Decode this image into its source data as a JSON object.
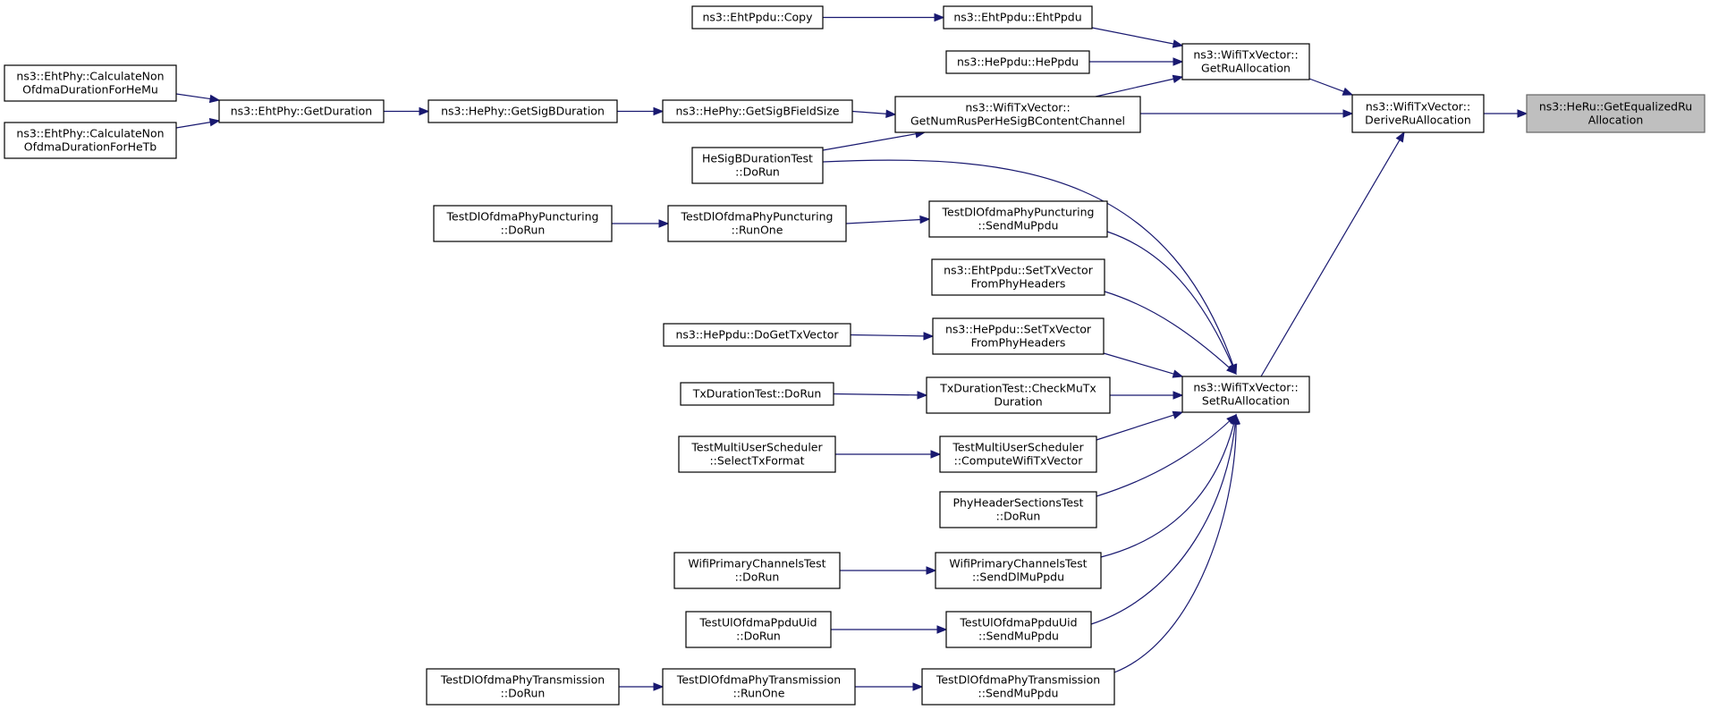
{
  "graph": {
    "direction": "right-to-left",
    "colors": {
      "edge": "#191970",
      "node_border": "#000000",
      "focus_fill": "#bfbfbf",
      "focus_border": "#666666"
    },
    "nodes": [
      {
        "id": "getequalized",
        "lines": [
          "ns3::HeRu::GetEqualizedRu",
          "Allocation"
        ],
        "focus": true
      },
      {
        "id": "deriveru",
        "lines": [
          "ns3::WifiTxVector::",
          "DeriveRuAllocation"
        ]
      },
      {
        "id": "getru",
        "lines": [
          "ns3::WifiTxVector::",
          "GetRuAllocation"
        ]
      },
      {
        "id": "setru",
        "lines": [
          "ns3::WifiTxVector::",
          "SetRuAllocation"
        ]
      },
      {
        "id": "ehtppdu",
        "lines": [
          "ns3::EhtPpdu::EhtPpdu"
        ]
      },
      {
        "id": "heppdu",
        "lines": [
          "ns3::HePpdu::HePpdu"
        ]
      },
      {
        "id": "getnumrus",
        "lines": [
          "ns3::WifiTxVector::",
          "GetNumRusPerHeSigBContentChannel"
        ]
      },
      {
        "id": "ehtcopy",
        "lines": [
          "ns3::EhtPpdu::Copy"
        ]
      },
      {
        "id": "getsigbfield",
        "lines": [
          "ns3::HePhy::GetSigBFieldSize"
        ]
      },
      {
        "id": "hesigbtest",
        "lines": [
          "HeSigBDurationTest",
          "::DoRun"
        ]
      },
      {
        "id": "getsigbdur",
        "lines": [
          "ns3::HePhy::GetSigBDuration"
        ]
      },
      {
        "id": "ehtgetdur",
        "lines": [
          "ns3::EhtPhy::GetDuration"
        ]
      },
      {
        "id": "calcmu",
        "lines": [
          "ns3::EhtPhy::CalculateNon",
          "OfdmaDurationForHeMu"
        ]
      },
      {
        "id": "calctb",
        "lines": [
          "ns3::EhtPhy::CalculateNon",
          "OfdmaDurationForHeTb"
        ]
      },
      {
        "id": "punc_send",
        "lines": [
          "TestDlOfdmaPhyPuncturing",
          "::SendMuPpdu"
        ]
      },
      {
        "id": "punc_runone",
        "lines": [
          "TestDlOfdmaPhyPuncturing",
          "::RunOne"
        ]
      },
      {
        "id": "punc_dorun",
        "lines": [
          "TestDlOfdmaPhyPuncturing",
          "::DoRun"
        ]
      },
      {
        "id": "eht_settx",
        "lines": [
          "ns3::EhtPpdu::SetTxVector",
          "FromPhyHeaders"
        ]
      },
      {
        "id": "he_settx",
        "lines": [
          "ns3::HePpdu::SetTxVector",
          "FromPhyHeaders"
        ]
      },
      {
        "id": "he_dogettx",
        "lines": [
          "ns3::HePpdu::DoGetTxVector"
        ]
      },
      {
        "id": "txdur_check",
        "lines": [
          "TxDurationTest::CheckMuTx",
          "Duration"
        ]
      },
      {
        "id": "txdur_dorun",
        "lines": [
          "TxDurationTest::DoRun"
        ]
      },
      {
        "id": "mus_compute",
        "lines": [
          "TestMultiUserScheduler",
          "::ComputeWifiTxVector"
        ]
      },
      {
        "id": "mus_select",
        "lines": [
          "TestMultiUserScheduler",
          "::SelectTxFormat"
        ]
      },
      {
        "id": "phyhdr",
        "lines": [
          "PhyHeaderSectionsTest",
          "::DoRun"
        ]
      },
      {
        "id": "primch_send",
        "lines": [
          "WifiPrimaryChannelsTest",
          "::SendDlMuPpdu"
        ]
      },
      {
        "id": "primch_dorun",
        "lines": [
          "WifiPrimaryChannelsTest",
          "::DoRun"
        ]
      },
      {
        "id": "ul_send",
        "lines": [
          "TestUlOfdmaPpduUid",
          "::SendMuPpdu"
        ]
      },
      {
        "id": "ul_dorun",
        "lines": [
          "TestUlOfdmaPpduUid",
          "::DoRun"
        ]
      },
      {
        "id": "tx_send",
        "lines": [
          "TestDlOfdmaPhyTransmission",
          "::SendMuPpdu"
        ]
      },
      {
        "id": "tx_runone",
        "lines": [
          "TestDlOfdmaPhyTransmission",
          "::RunOne"
        ]
      },
      {
        "id": "tx_dorun",
        "lines": [
          "TestDlOfdmaPhyTransmission",
          "::DoRun"
        ]
      }
    ],
    "edges": [
      {
        "from": "deriveru",
        "to": "getequalized"
      },
      {
        "from": "getru",
        "to": "deriveru"
      },
      {
        "from": "getnumrus",
        "to": "deriveru"
      },
      {
        "from": "setru",
        "to": "deriveru"
      },
      {
        "from": "ehtppdu",
        "to": "getru"
      },
      {
        "from": "heppdu",
        "to": "getru"
      },
      {
        "from": "getnumrus",
        "to": "getru"
      },
      {
        "from": "ehtcopy",
        "to": "ehtppdu"
      },
      {
        "from": "getsigbfield",
        "to": "getnumrus"
      },
      {
        "from": "hesigbtest",
        "to": "getnumrus"
      },
      {
        "from": "getsigbdur",
        "to": "getsigbfield"
      },
      {
        "from": "ehtgetdur",
        "to": "getsigbdur"
      },
      {
        "from": "calcmu",
        "to": "ehtgetdur"
      },
      {
        "from": "calctb",
        "to": "ehtgetdur"
      },
      {
        "from": "hesigbtest",
        "to": "setru"
      },
      {
        "from": "punc_send",
        "to": "setru"
      },
      {
        "from": "eht_settx",
        "to": "setru"
      },
      {
        "from": "he_settx",
        "to": "setru"
      },
      {
        "from": "txdur_check",
        "to": "setru"
      },
      {
        "from": "mus_compute",
        "to": "setru"
      },
      {
        "from": "phyhdr",
        "to": "setru"
      },
      {
        "from": "primch_send",
        "to": "setru"
      },
      {
        "from": "ul_send",
        "to": "setru"
      },
      {
        "from": "tx_send",
        "to": "setru"
      },
      {
        "from": "punc_runone",
        "to": "punc_send"
      },
      {
        "from": "punc_dorun",
        "to": "punc_runone"
      },
      {
        "from": "he_dogettx",
        "to": "he_settx"
      },
      {
        "from": "txdur_dorun",
        "to": "txdur_check"
      },
      {
        "from": "mus_select",
        "to": "mus_compute"
      },
      {
        "from": "primch_dorun",
        "to": "primch_send"
      },
      {
        "from": "ul_dorun",
        "to": "ul_send"
      },
      {
        "from": "tx_runone",
        "to": "tx_send"
      },
      {
        "from": "tx_dorun",
        "to": "tx_runone"
      }
    ]
  }
}
